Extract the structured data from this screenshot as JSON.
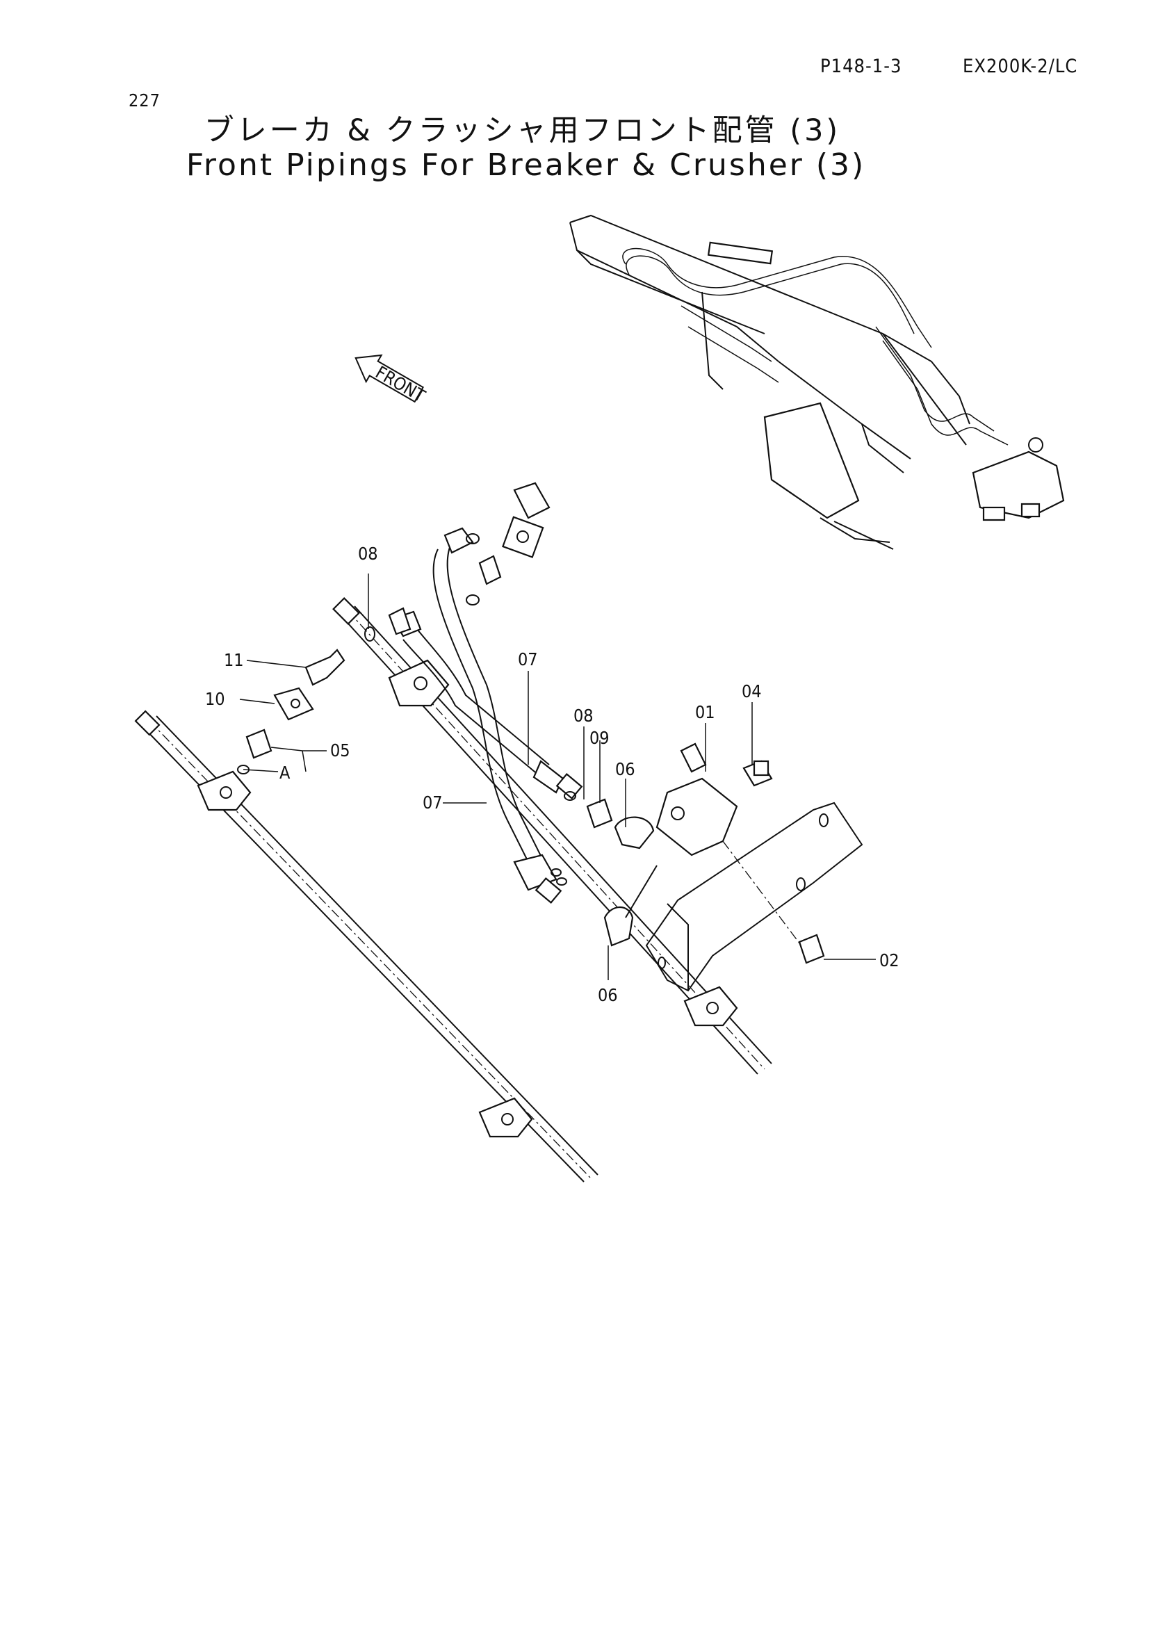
{
  "header": {
    "page_number": "227",
    "code": "P148-1-3",
    "model": "EX200K-2/LC"
  },
  "title": {
    "japanese": "ブレーカ & クラッシャ用フロント配管 (3)",
    "english": "Front Pipings For Breaker & Crusher (3)"
  },
  "front_arrow": {
    "label": "FRONT"
  },
  "callouts": [
    "08",
    "11",
    "10",
    "05",
    "A",
    "07",
    "07",
    "08",
    "09",
    "06",
    "01",
    "04",
    "02",
    "06"
  ]
}
